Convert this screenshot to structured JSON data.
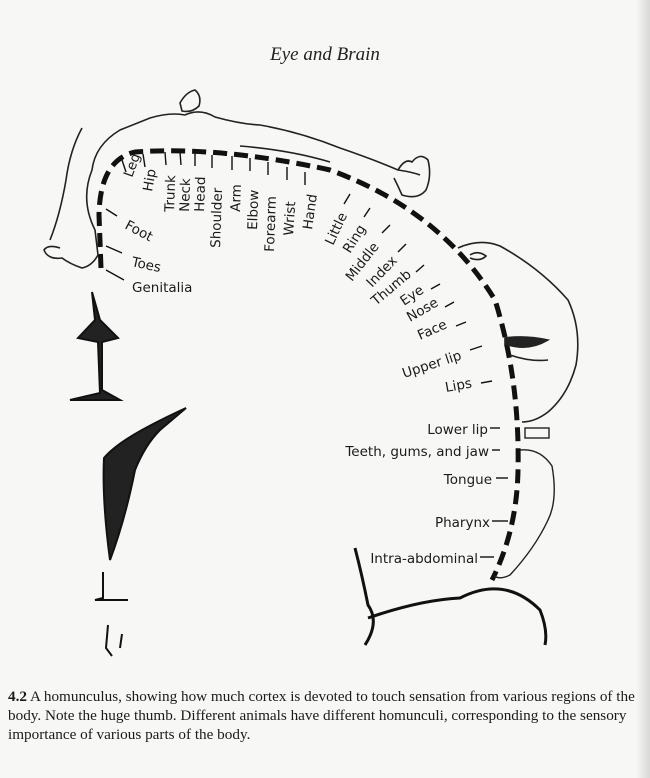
{
  "header": {
    "title": "Eye and Brain"
  },
  "figure": {
    "labels": {
      "leg": "Leg",
      "hip": "Hip",
      "trunk": "Trunk",
      "neck": "Neck",
      "head": "Head",
      "shoulder": "Shoulder",
      "arm": "Arm",
      "elbow": "Elbow",
      "forearm": "Forearm",
      "wrist": "Wrist",
      "hand": "Hand",
      "little": "Little",
      "ring": "Ring",
      "middle": "Middle",
      "index": "Index",
      "thumb": "Thumb",
      "eye": "Eye",
      "nose": "Nose",
      "face": "Face",
      "upper_lip": "Upper lip",
      "lips": "Lips",
      "lower_lip": "Lower lip",
      "teeth": "Teeth, gums, and jaw",
      "tongue": "Tongue",
      "pharynx": "Pharynx",
      "intra_abdominal": "Intra-abdominal",
      "foot": "Foot",
      "toes": "Toes",
      "genitalia": "Genitalia"
    }
  },
  "caption": {
    "number": "4.2",
    "text": " A homunculus, showing how much cortex is devoted to touch sensation from various regions of the body. Note the huge thumb. Different animals have different homunculi, corresponding to the sensory importance of various parts of the body."
  }
}
